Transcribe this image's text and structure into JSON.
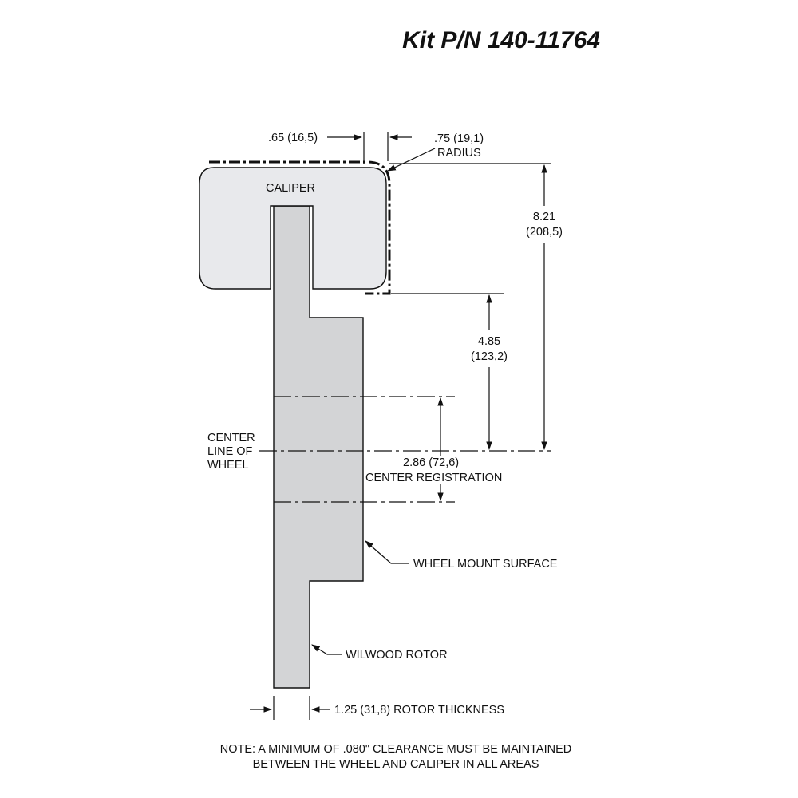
{
  "title": "Kit P/N 140-11764",
  "labels": {
    "caliper": "CALIPER",
    "caliper_offset": ".65 (16,5)",
    "radius_value": ".75 (19,1)",
    "radius_word": "RADIUS",
    "height_in": "8.21",
    "height_mm": "(208,5)",
    "center_height_in": "4.85",
    "center_height_mm": "(123,2)",
    "centerline_1": "CENTER",
    "centerline_2": "LINE OF",
    "centerline_3": "WHEEL",
    "registration_value": "2.86 (72,6)",
    "registration_word": "CENTER REGISTRATION",
    "wheel_mount": "WHEEL MOUNT SURFACE",
    "rotor": "WILWOOD ROTOR",
    "rotor_thickness": "1.25 (31,8) ROTOR THICKNESS"
  },
  "note": {
    "line1": "NOTE: A MINIMUM OF .080\" CLEARANCE MUST BE MAINTAINED",
    "line2": "BETWEEN THE WHEEL AND CALIPER IN ALL AREAS"
  },
  "colors": {
    "rotor_fill": "#d3d4d6",
    "caliper_fill": "#e8e9ec",
    "line": "#111111"
  }
}
